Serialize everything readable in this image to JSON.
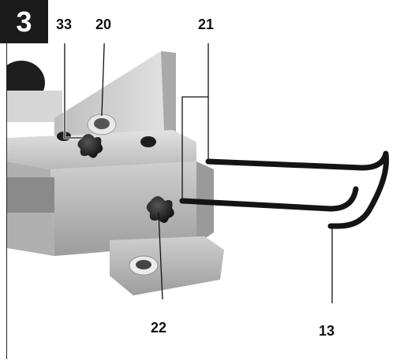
{
  "figure": {
    "number": "3"
  },
  "callouts": [
    {
      "id": "33",
      "label": "33"
    },
    {
      "id": "20",
      "label": "20"
    },
    {
      "id": "21",
      "label": "21"
    },
    {
      "id": "22",
      "label": "22"
    },
    {
      "id": "13",
      "label": "13"
    }
  ],
  "colors": {
    "badge_bg": "#1a1a1a",
    "badge_text": "#ffffff",
    "label_text": "#111111",
    "metal": "#c8c8c8",
    "handle": "#141414"
  }
}
